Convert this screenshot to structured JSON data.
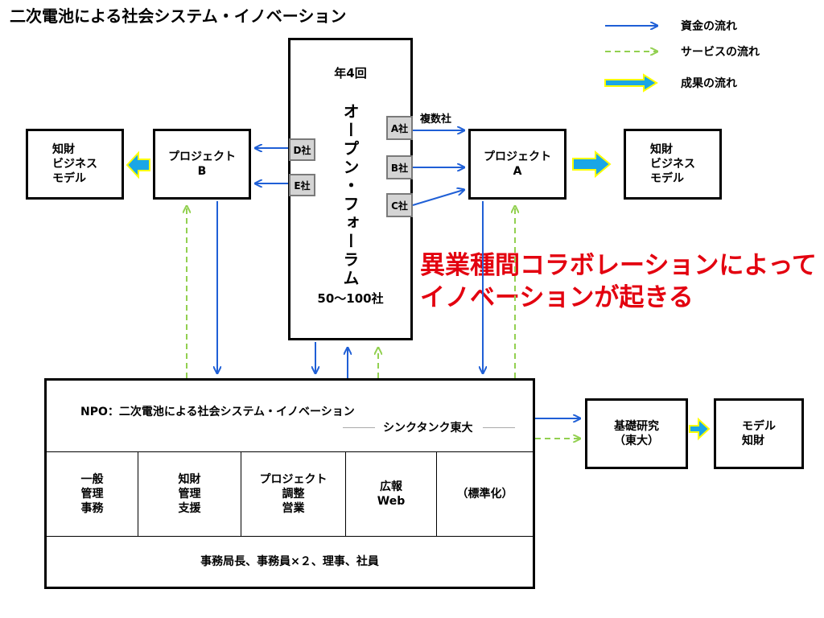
{
  "title": "二次電池による社会システム・イノベーション",
  "legend": {
    "funds": "資金の流れ",
    "service": "サービスの流れ",
    "results": "成果の流れ"
  },
  "forum": {
    "top": "年4回",
    "name": "オープン・フォーラム",
    "bottom": "50〜100社"
  },
  "companies": {
    "a": "A社",
    "b": "B社",
    "c": "C社",
    "d": "D社",
    "e": "E社",
    "multiple": "複数社"
  },
  "project_a": "プロジェクト\nA",
  "project_b": "プロジェクト\nB",
  "ip_model_left": "知財\nビジネス\nモデル",
  "ip_model_right": "知財\nビジネス\nモデル",
  "message": "異業種間コラボレーションによって\nイノベーションが起きる",
  "npo": {
    "label": "NPO：二次電池による社会システム・イノベーション",
    "think_tank": "シンクタンク東大",
    "departments": [
      "一般\n管理\n事務",
      "知財\n管理\n支援",
      "プロジェクト\n調整\n営業",
      "広報\nWeb",
      "（標準化）"
    ],
    "staff": "事務局長、事務員×２、理事、社員"
  },
  "research": "基礎研究\n（東大）",
  "model_ip": "モデル\n知財",
  "colors": {
    "funds": "#1f5fd6",
    "service": "#92d050",
    "results_fill": "#1aa6e6",
    "results_outline": "#ffff00",
    "message": "#e3000f"
  }
}
